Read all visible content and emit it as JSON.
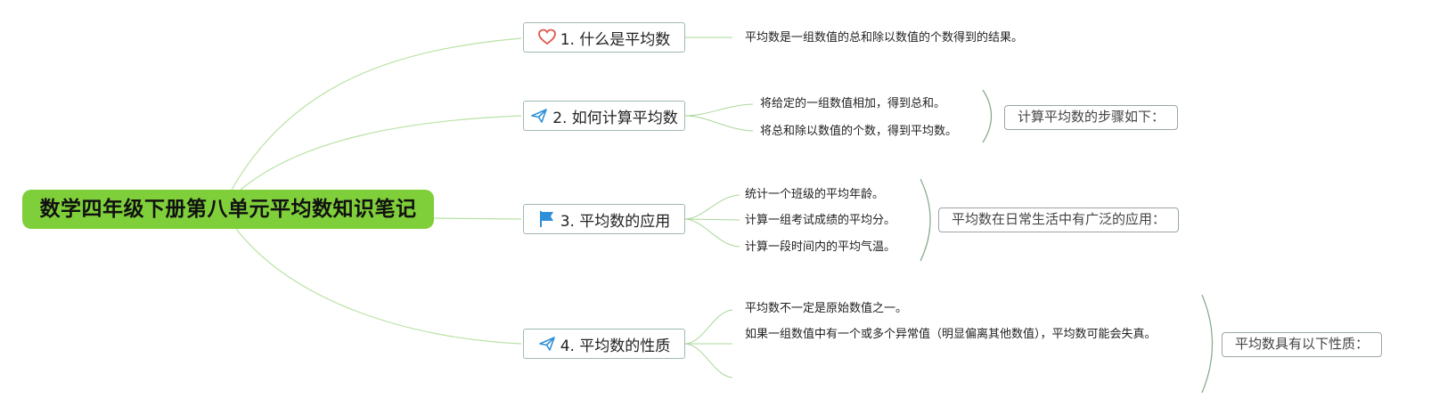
{
  "root": {
    "title": "数学四年级下册第八单元平均数知识笔记",
    "color": "#7fcf3a"
  },
  "topics": [
    {
      "label": "1. 什么是平均数",
      "icon": "heart-icon",
      "leaves": [
        "平均数是一组数值的总和除以数值的个数得到的结果。"
      ]
    },
    {
      "label": "2. 如何计算平均数",
      "icon": "paper-plane-icon",
      "leaves": [
        "将给定的一组数值相加，得到总和。",
        "将总和除以数值的个数，得到平均数。"
      ],
      "summary": "计算平均数的步骤如下："
    },
    {
      "label": "3. 平均数的应用",
      "icon": "flag-icon",
      "leaves": [
        "统计一个班级的平均年龄。",
        "计算一组考试成绩的平均分。",
        "计算一段时间内的平均气温。"
      ],
      "summary": "平均数在日常生活中有广泛的应用："
    },
    {
      "label": "4. 平均数的性质",
      "icon": "paper-plane-icon",
      "leaves": [
        "平均数不一定是原始数值之一。",
        "如果一组数值中有一个或多个异常值（明显偏离其他数值），平均数可能会失真。"
      ],
      "summary": "平均数具有以下性质："
    }
  ],
  "colors": {
    "branch_line": "#b9e2a3",
    "sub_line": "#aad79a",
    "brace": "#7fa88a",
    "icon_red": "#e0574d",
    "icon_blue": "#2f8fd8"
  }
}
